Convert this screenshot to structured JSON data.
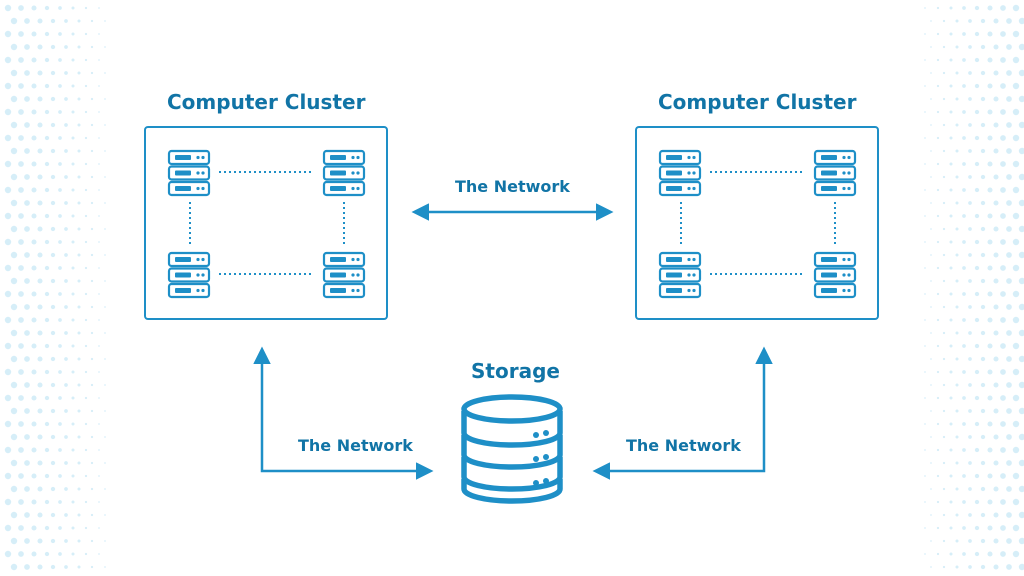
{
  "colors": {
    "accent": "#1e8fc7",
    "text": "#1174a6",
    "dots": "#d6eef8"
  },
  "clusters": [
    {
      "title": "Computer Cluster"
    },
    {
      "title": "Computer Cluster"
    }
  ],
  "storage": {
    "title": "Storage",
    "icon": "database-icon"
  },
  "links": {
    "cluster_to_cluster": "The Network",
    "left_to_storage": "The Network",
    "right_to_storage": "The Network"
  },
  "server_icon": "server-rack-icon"
}
